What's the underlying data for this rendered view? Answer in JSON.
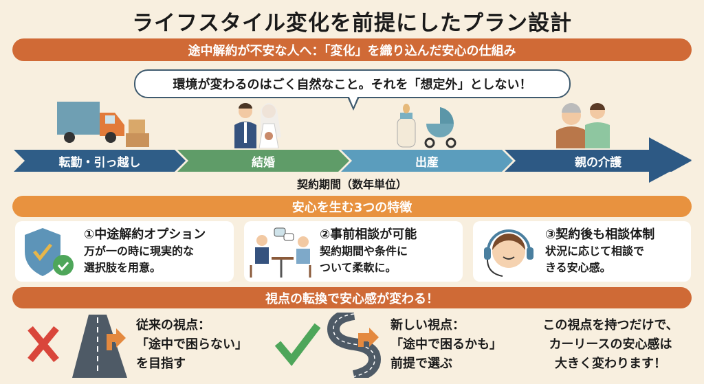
{
  "title": "ライフスタイル変化を前提にしたプラン設計",
  "banner1": "途中解約が不安な人へ：「変化」を織り込んだ安心の仕組み",
  "bubble": "環境が変わるのはごく自然なこと。それを「想定外」としない！",
  "timeline": {
    "stages": [
      "転勤・引っ越し",
      "結婚",
      "出産",
      "親の介護"
    ],
    "period_label": "契約期間（数年単位）",
    "colors": [
      "#2f5d87",
      "#5f9c68",
      "#5b9dbd",
      "#2d5984"
    ]
  },
  "banner2": "安心を生む3つの特徴",
  "features": [
    {
      "heading": "①中途解約オプション",
      "lines": [
        "万が一の時に現実的な",
        "選択肢を用意。"
      ]
    },
    {
      "heading": "②事前相談が可能",
      "lines": [
        "契約期間や条件に",
        "ついて柔軟に。"
      ]
    },
    {
      "heading": "③契約後も相談体制",
      "lines": [
        "状況に応じて相談で",
        "きる安心感。"
      ]
    }
  ],
  "banner3": "視点の転換で安心感が変わる！",
  "old_view": {
    "lines": [
      "従来の視点：",
      "「途中で困らない」",
      "を目指す"
    ]
  },
  "new_view": {
    "lines": [
      "新しい視点：",
      "「途中で困るかも」",
      "前提で選ぶ"
    ]
  },
  "conclusion": {
    "lines": [
      "この視点を持つだけで、",
      "カーリースの安心感は",
      "大きく変わります！"
    ]
  }
}
